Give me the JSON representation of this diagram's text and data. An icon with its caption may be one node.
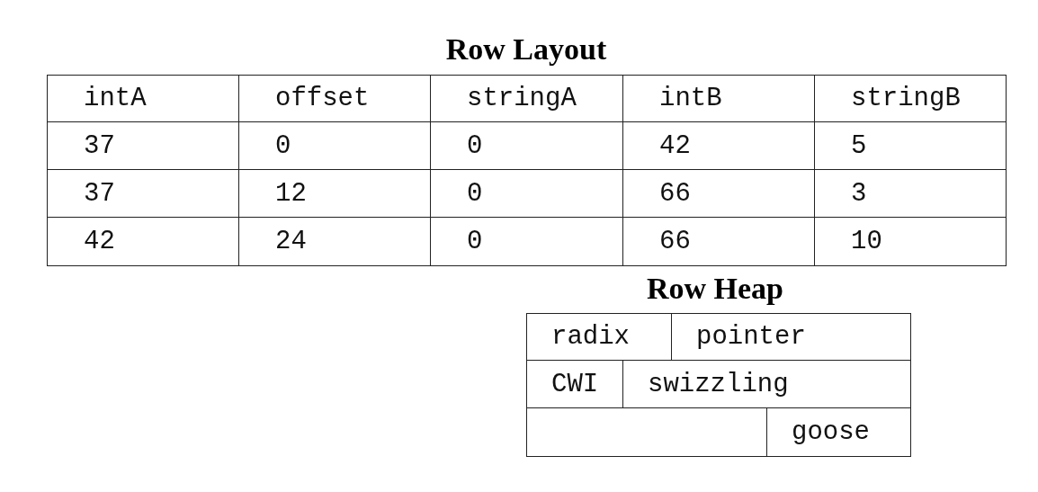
{
  "diagram": {
    "title": "Row Layout",
    "labels": [
      "intA",
      "offset",
      "stringA",
      "intB",
      "stringB",
      "37",
      "0",
      "0",
      "42",
      "5",
      "37",
      "12",
      "0",
      "66",
      "3",
      "42",
      "24",
      "0",
      "66",
      "10",
      "Row Heap",
      "radix",
      "pointer",
      "CWI",
      "swizzling",
      "goose"
    ]
  }
}
